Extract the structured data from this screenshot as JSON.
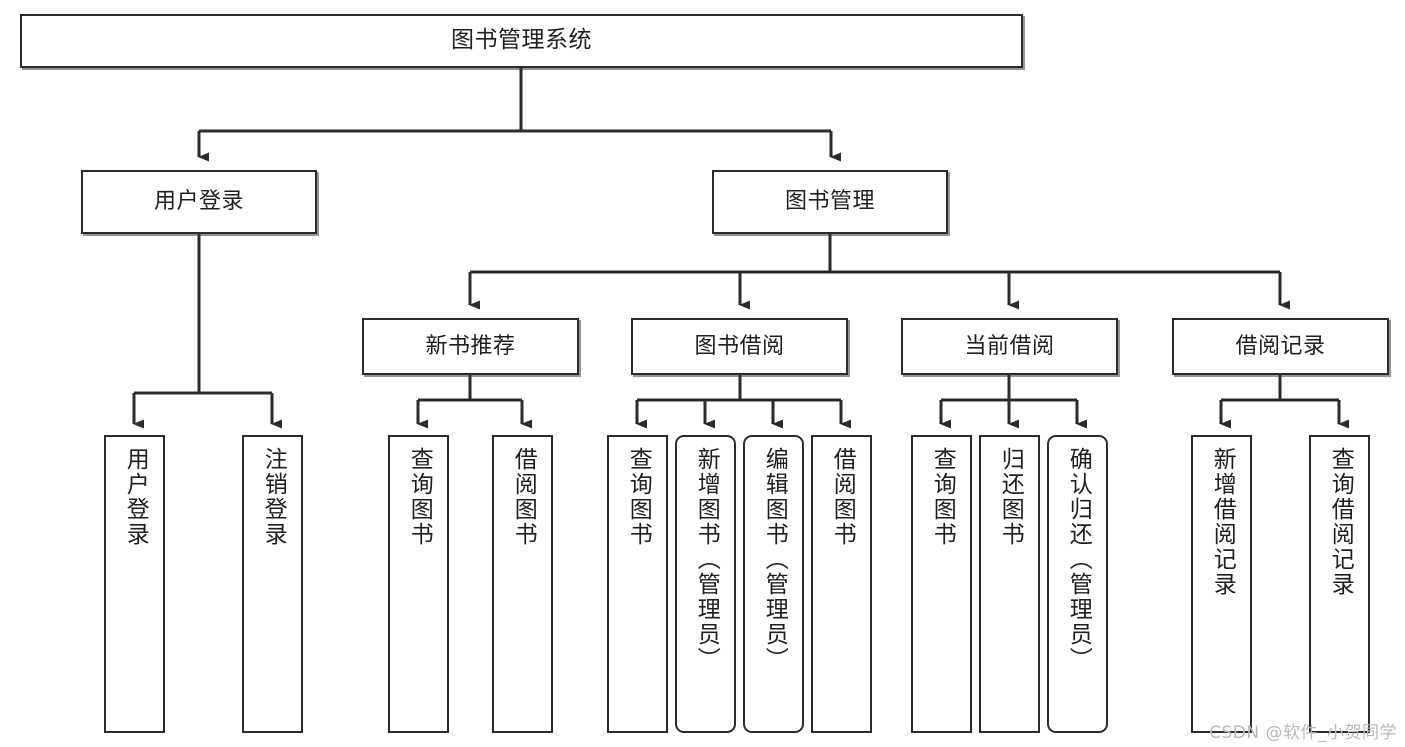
{
  "diagram": {
    "title": "图书管理系统",
    "type": "tree-hierarchy-chart",
    "watermark": "CSDN @软件_小贺同学",
    "colors": {
      "box_border": "#2b2b2b",
      "box_fill": "#ffffff",
      "connector": "#2b2b2b",
      "text": "#1f1f1f",
      "watermark": "#b9b9b9",
      "background": "#ffffff"
    },
    "nodes": {
      "root": {
        "label": "图书管理系统"
      },
      "level2": [
        {
          "id": "user-login",
          "label": "用户登录"
        },
        {
          "id": "book-manage",
          "label": "图书管理"
        }
      ],
      "level3": [
        {
          "id": "new-book-recommend",
          "label": "新书推荐"
        },
        {
          "id": "book-borrow",
          "label": "图书借阅"
        },
        {
          "id": "current-borrow",
          "label": "当前借阅"
        },
        {
          "id": "borrow-record",
          "label": "借阅记录"
        }
      ],
      "leaves": {
        "user_login": [
          {
            "id": "leaf-user-login",
            "label": "用户登录",
            "rounded": false
          },
          {
            "id": "leaf-logout-login",
            "label": "注销登录",
            "rounded": false
          }
        ],
        "new_book_recommend": [
          {
            "id": "leaf-query-book-1",
            "label": "查询图书",
            "rounded": false
          },
          {
            "id": "leaf-borrow-book-1",
            "label": "借阅图书",
            "rounded": false
          }
        ],
        "book_borrow": [
          {
            "id": "leaf-query-book-2",
            "label": "查询图书",
            "rounded": false
          },
          {
            "id": "leaf-add-book",
            "label": "新增图书（管理员）",
            "rounded": true
          },
          {
            "id": "leaf-edit-book",
            "label": "编辑图书（管理员）",
            "rounded": true
          },
          {
            "id": "leaf-borrow-book-2",
            "label": "借阅图书",
            "rounded": false
          }
        ],
        "current_borrow": [
          {
            "id": "leaf-query-book-3",
            "label": "查询图书",
            "rounded": false
          },
          {
            "id": "leaf-return-book",
            "label": "归还图书",
            "rounded": false
          },
          {
            "id": "leaf-confirm-return",
            "label": "确认归还（管理员）",
            "rounded": true
          }
        ],
        "borrow_record": [
          {
            "id": "leaf-add-record",
            "label": "新增借阅记录",
            "rounded": false
          },
          {
            "id": "leaf-query-record",
            "label": "查询借阅记录",
            "rounded": false
          }
        ]
      }
    }
  }
}
